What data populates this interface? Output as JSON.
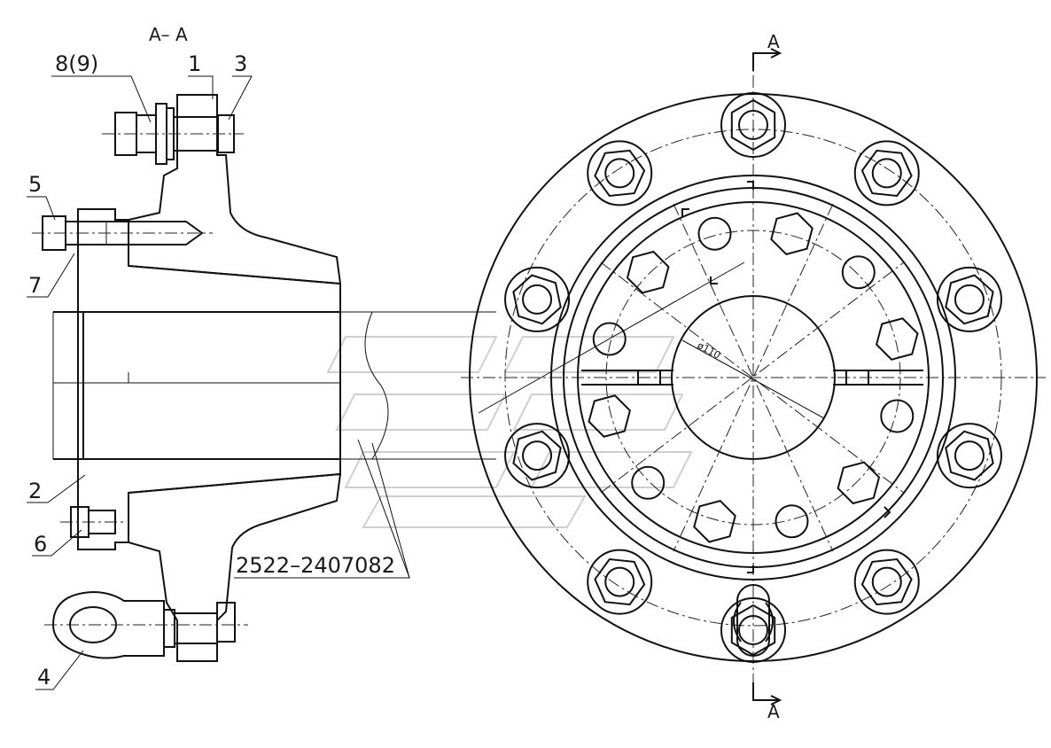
{
  "section_title": "A– A",
  "section_marks": {
    "top": "A",
    "bottom": "A"
  },
  "part_labels": {
    "p1": "1",
    "p2": "2",
    "p3": "3",
    "p4": "4",
    "p5": "5",
    "p6": "6",
    "p7": "7",
    "p8": "8(9)"
  },
  "assembly_number": "2522–2407082",
  "dimension": "ø110",
  "colors": {
    "line": "#111111",
    "hatch": "#222222",
    "background": "#ffffff",
    "watermark": "#cfcfcf"
  }
}
